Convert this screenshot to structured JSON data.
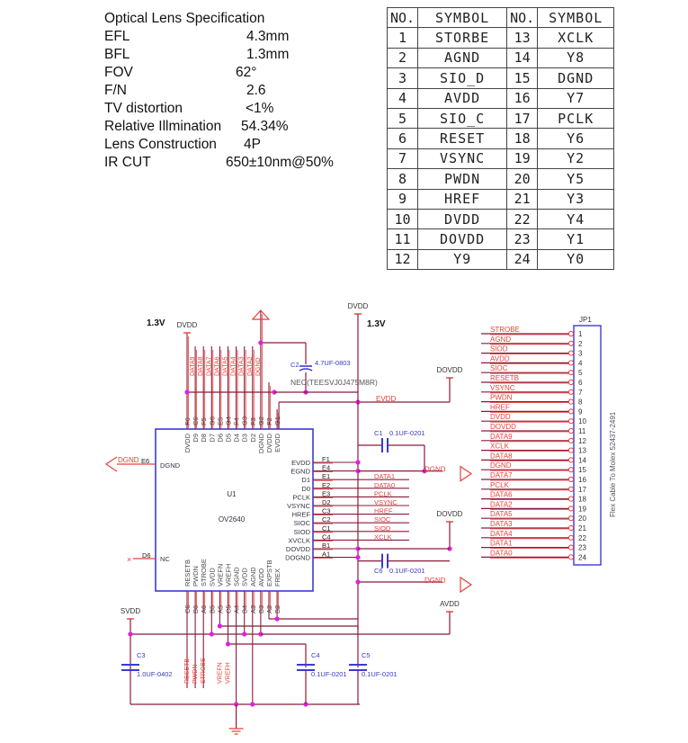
{
  "spec": {
    "title": "Optical Lens Specification",
    "rows": [
      {
        "key": "EFL",
        "value": "4.3mm"
      },
      {
        "key": "BFL",
        "value": "1.3mm"
      },
      {
        "key": "FOV",
        "value": "62°"
      },
      {
        "key": "F/N",
        "value": "2.6"
      },
      {
        "key": "TV distortion",
        "value": "<1%"
      },
      {
        "key": "Relative Illmination",
        "value": "54.34%"
      },
      {
        "key": "Lens Construction",
        "value": "4P"
      },
      {
        "key": "IR CUT",
        "value": "650±10nm@50%"
      }
    ]
  },
  "pin_table": {
    "headers": [
      "NO.",
      "SYMBOL",
      "NO.",
      "SYMBOL"
    ],
    "rows": [
      [
        "1",
        "STORBE",
        "13",
        "XCLK"
      ],
      [
        "2",
        "AGND",
        "14",
        "Y8"
      ],
      [
        "3",
        "SIO_D",
        "15",
        "DGND"
      ],
      [
        "4",
        "AVDD",
        "16",
        "Y7"
      ],
      [
        "5",
        "SIO_C",
        "17",
        "PCLK"
      ],
      [
        "6",
        "RESET",
        "18",
        "Y6"
      ],
      [
        "7",
        "VSYNC",
        "19",
        "Y2"
      ],
      [
        "8",
        "PWDN",
        "20",
        "Y5"
      ],
      [
        "9",
        "HREF",
        "21",
        "Y3"
      ],
      [
        "10",
        "DVDD",
        "22",
        "Y4"
      ],
      [
        "11",
        "DOVDD",
        "23",
        "Y1"
      ],
      [
        "12",
        "Y9",
        "24",
        "Y0"
      ]
    ]
  },
  "schematic": {
    "colors": {
      "wire": "#8b1a3a",
      "net": "#e8403a",
      "part": "#3a3ad8",
      "junction": "#e020e0",
      "text": "#333333"
    },
    "voltage_left": "1.3V",
    "voltage_right": "1.3V",
    "power_dvdd_left": "DVDD",
    "power_dvdd_right": "DVDD",
    "power_dovdd_top": "DOVDD",
    "power_dovdd_mid": "DOVDD",
    "power_svdd": "SVDD",
    "power_avdd": "AVDD",
    "net_evdd": "EVDD",
    "c2": {
      "ref": "C2",
      "value": "4.7UF-0803",
      "part": "NEC(TEESVJ0J475M8R)"
    },
    "c1": {
      "ref": "C1",
      "value": "0.1UF-0201"
    },
    "c6": {
      "ref": "C6",
      "value": "0.1UF-0201"
    },
    "c3": {
      "ref": "C3",
      "value": "1.0UF-0402"
    },
    "c4": {
      "ref": "C4",
      "value": "0.1UF-0201"
    },
    "c5": {
      "ref": "C5",
      "value": "0.1UF-0201"
    },
    "dgnd": "DGND",
    "u1": {
      "ref": "U1",
      "part": "OV2640",
      "top_pins": [
        "DVDD",
        "D9",
        "D8",
        "D7",
        "D6",
        "D5",
        "D4",
        "D3",
        "D2",
        "DGND",
        "DVDD",
        "EVDD"
      ],
      "top_balls": [
        "F6",
        "C6",
        "F5",
        "G6",
        "E5",
        "G4",
        "F4",
        "G3",
        "F3",
        "G2",
        "F2",
        "G1"
      ],
      "top_nets": [
        "DATA9",
        "DATA8",
        "DATA7",
        "DATA6",
        "DATA5",
        "DATA4",
        "DATA3",
        "DATA2",
        "DGND"
      ],
      "right_pins": [
        "EVDD",
        "EGND",
        "D1",
        "D0",
        "PCLK",
        "VSYNC",
        "HREF",
        "SIOC",
        "SIOD",
        "XVCLK",
        "DOVDD",
        "DOGND"
      ],
      "right_balls": [
        "F1",
        "E4",
        "E1",
        "E2",
        "E3",
        "D2",
        "C3",
        "C2",
        "C1",
        "C4",
        "B1",
        "A1"
      ],
      "right_nets": [
        "DATA1",
        "DATA0",
        "PCLK",
        "VSYNC",
        "HREF",
        "SIOC",
        "SIOD",
        "XCLK"
      ],
      "bottom_pins": [
        "RESETB",
        "PWDN",
        "STROBE",
        "SVDD",
        "VREFN",
        "VREFH",
        "SGND",
        "SVDD",
        "AGND",
        "AVDD",
        "EXPSTB",
        "FREX"
      ],
      "bottom_balls": [
        "C6",
        "B6",
        "A6",
        "B5",
        "A5",
        "C5",
        "A4",
        "B4",
        "A3",
        "B3",
        "A2",
        "B2"
      ],
      "bottom_nets": [
        "RESETB",
        "PWDN",
        "STROBE",
        "VREFN",
        "VREFH"
      ],
      "left_pins": [
        "DGND",
        "NC"
      ],
      "left_balls": [
        "E6",
        "D6"
      ]
    },
    "jp1": {
      "ref": "JP1",
      "caption": "Flex Cable To Molex 52437-2491",
      "nets": [
        "STROBE",
        "AGND",
        "SIOD",
        "AVDD",
        "SIOC",
        "RESETB",
        "VSYNC",
        "PWDN",
        "HREF",
        "DVDD",
        "DOVDD",
        "DATA9",
        "XCLK",
        "DATA8",
        "DGND",
        "DATA7",
        "PCLK",
        "DATA6",
        "DATA2",
        "DATA5",
        "DATA3",
        "DATA4",
        "DATA1",
        "DATA0"
      ],
      "pins": [
        "1",
        "2",
        "3",
        "4",
        "5",
        "6",
        "7",
        "8",
        "9",
        "10",
        "11",
        "12",
        "13",
        "14",
        "15",
        "16",
        "17",
        "18",
        "19",
        "20",
        "21",
        "22",
        "23",
        "24"
      ]
    }
  }
}
